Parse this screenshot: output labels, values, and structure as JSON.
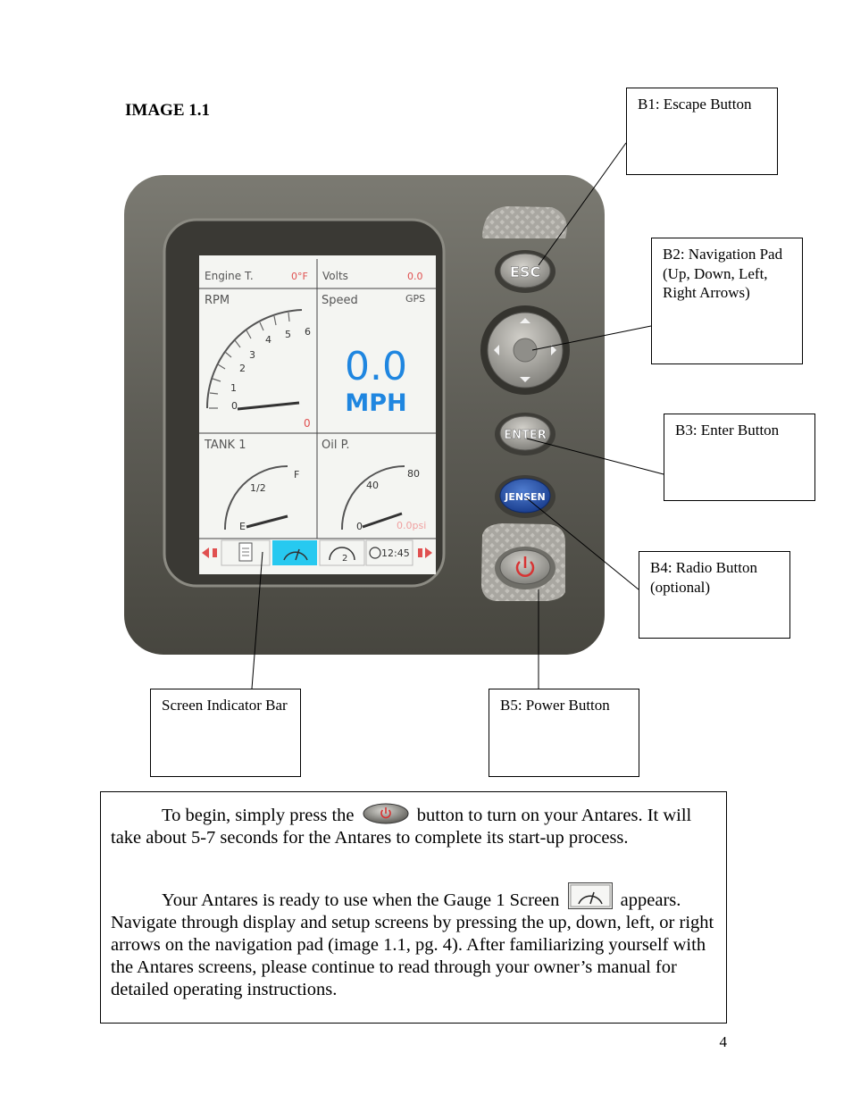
{
  "figure": {
    "title": "IMAGE 1.1"
  },
  "callouts": {
    "b1": "B1: Escape Button",
    "b2": "B2: Navigation Pad (Up, Down, Left, Right Arrows)",
    "b3": "B3: Enter Button",
    "b4": "B4: Radio Button (optional)",
    "b5": "B5: Power Button",
    "indicator": "Screen Indicator Bar"
  },
  "device": {
    "buttons": {
      "esc": "ESC",
      "enter": "ENTER",
      "radio": "JENSEN"
    },
    "screen": {
      "engine_label": "Engine T.",
      "engine_value": "0°F",
      "volts_label": "Volts",
      "volts_value": "0.0",
      "rpm_label": "RPM",
      "rpm_ticks": [
        "0",
        "1",
        "2",
        "3",
        "4",
        "5",
        "6"
      ],
      "rpm_value": "0",
      "speed_label": "Speed",
      "speed_source": "GPS",
      "speed_value": "0.0",
      "speed_unit": "MPH",
      "tank_label": "TANK 1",
      "tank_ticks": [
        "E",
        "1/2",
        "F"
      ],
      "oil_label": "Oil P.",
      "oil_ticks": [
        "0",
        "40",
        "80"
      ],
      "oil_value": "0.0psi",
      "clock_text": "12:45"
    },
    "colors": {
      "lcd_blue": "#1f86e0",
      "alert_red": "#e05050",
      "active_tab": "#27c9f0"
    }
  },
  "body_text": {
    "p1_before": "To begin, simply press the",
    "p1_after": "button to turn on your Antares.  It will take about 5-7 seconds for the Antares to complete its start-up process.",
    "p2_before": "Your Antares is ready to use when the Gauge 1 Screen",
    "p2_after": "appears. Navigate through display and setup screens by pressing the up, down, left, or right arrows on the navigation pad (image 1.1, pg. 4). After familiarizing yourself with the Antares screens, please continue to read through your owner’s manual for detailed operating instructions."
  },
  "page": {
    "number": "4"
  }
}
